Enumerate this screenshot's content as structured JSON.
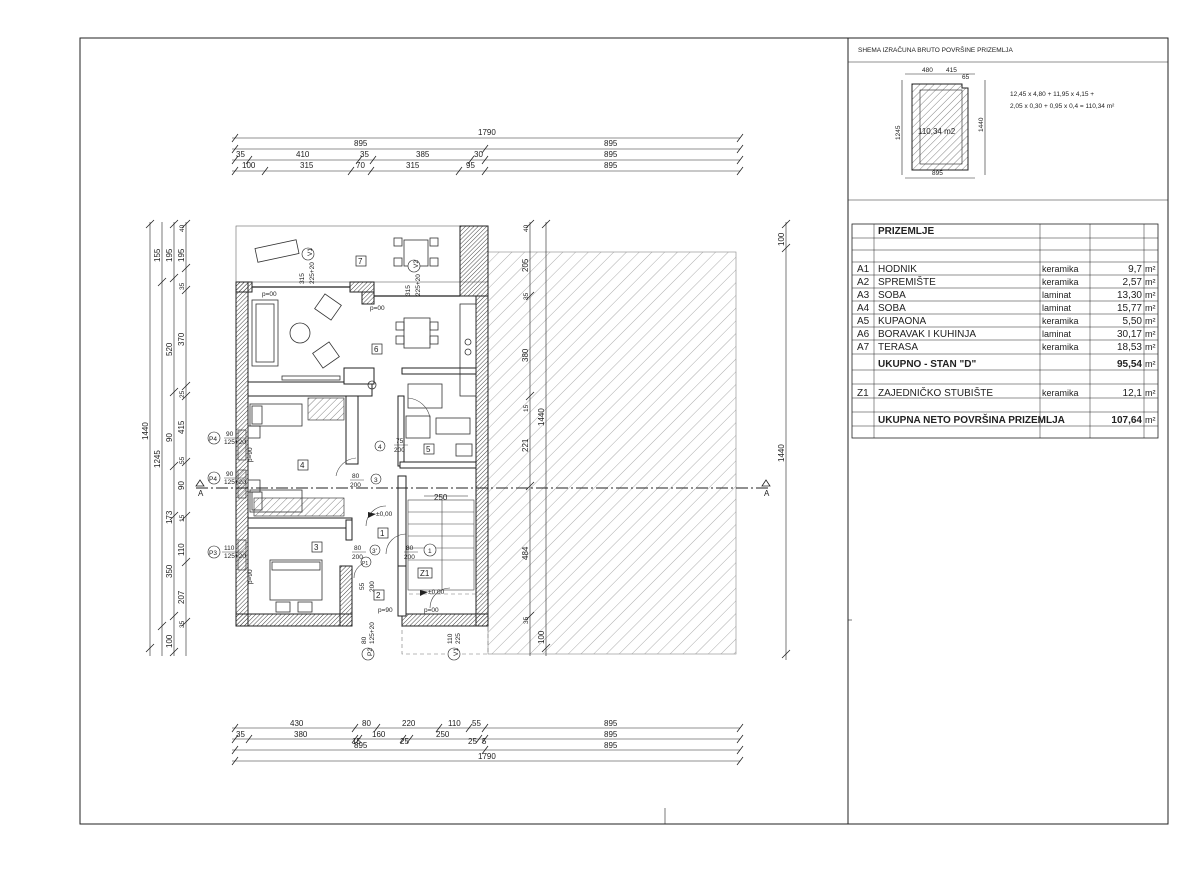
{
  "schema": {
    "title": "SHEMA IZRAČUNA BRUTO POVRŠINE PRIZEMLJA",
    "formula_line1": "12,45 x 4,80 + 11,95 x 4,15 +",
    "formula_line2": "2,05 x 0,30 + 0,95 x 0,4 = 110,34 m²",
    "area_label": "110,34 m2",
    "dim_top_a": "480",
    "dim_top_b": "415",
    "dim_top_c": "65",
    "dim_bottom": "895",
    "dim_left": "1245",
    "dim_right": "1440"
  },
  "table": {
    "heading": "PRIZEMLJE",
    "rows": [
      {
        "code": "A1",
        "name": "HODNIK",
        "finish": "keramika",
        "area": "9,7",
        "unit": "m²"
      },
      {
        "code": "A2",
        "name": "SPREMIŠTE",
        "finish": "keramika",
        "area": "2,57",
        "unit": "m²"
      },
      {
        "code": "A3",
        "name": "SOBA",
        "finish": "laminat",
        "area": "13,30",
        "unit": "m²"
      },
      {
        "code": "A4",
        "name": "SOBA",
        "finish": "laminat",
        "area": "15,77",
        "unit": "m²"
      },
      {
        "code": "A5",
        "name": "KUPAONA",
        "finish": "keramika",
        "area": "5,50",
        "unit": "m²"
      },
      {
        "code": "A6",
        "name": "BORAVAK I KUHINJA",
        "finish": "laminat",
        "area": "30,17",
        "unit": "m²"
      },
      {
        "code": "A7",
        "name": "TERASA",
        "finish": "keramika",
        "area": "18,53",
        "unit": "m²"
      }
    ],
    "total_stan_label": "UKUPNO - STAN \"D\"",
    "total_stan_value": "95,54",
    "total_stan_unit": "m²",
    "z1_code": "Z1",
    "z1_name": "ZAJEDNIČKO STUBIŠTE",
    "z1_finish": "keramika",
    "z1_area": "12,1",
    "z1_unit": "m²",
    "total_neto_label": "UKUPNA NETO POVRŠINA PRIZEMLJA",
    "total_neto_value": "107,64",
    "total_neto_unit": "m²"
  },
  "plan": {
    "top_dims": {
      "overall": "1790",
      "row2": [
        "895",
        "895"
      ],
      "row3": [
        "35",
        "410",
        "35",
        "385",
        "30",
        "895"
      ],
      "row4": [
        "100",
        "315",
        "70",
        "315",
        "95",
        "895"
      ]
    },
    "bottom_dims": {
      "row1": [
        "430",
        "80",
        "220",
        "110",
        "55",
        "895"
      ],
      "row2": [
        "35",
        "380",
        "15",
        "160",
        "25",
        "250",
        "25",
        "5",
        "895"
      ],
      "row3": [
        "895",
        "895"
      ],
      "overall": "1790"
    },
    "left_dims": {
      "overall": "1440",
      "mid": "1245",
      "outer": [
        "195",
        "520",
        "90",
        "173",
        "350",
        "100"
      ],
      "inner": [
        "155",
        "40",
        "35",
        "370",
        "25",
        "415",
        "55",
        "90",
        "15",
        "110",
        "207",
        "35"
      ],
      "extra": [
        "195"
      ]
    },
    "right_dims": {
      "inner": [
        "40",
        "205",
        "35",
        "380",
        "15",
        "221",
        "484",
        "35",
        "100"
      ],
      "mid": "1440",
      "far_top": "100",
      "far": "1440"
    },
    "section_mark": "A",
    "room_numbers": [
      "1",
      "2",
      "3",
      "4",
      "5",
      "6",
      "7",
      "Z1"
    ],
    "door_labels": [
      {
        "w": "80",
        "h": "200",
        "tag": "3"
      },
      {
        "w": "75",
        "h": "200",
        "tag": "4"
      },
      {
        "w": "80",
        "h": "200",
        "tag": "3'"
      },
      {
        "w": "80",
        "h": "200",
        "tag": "1"
      }
    ],
    "door_small_w": "55",
    "door_small_h": "200",
    "door_small_tag": "P1",
    "stair_width": "250",
    "level_1": "±0,00",
    "level_2": "±0,00",
    "p_labels": [
      "p=00",
      "p=00",
      "p=90",
      "p=00",
      "p=90",
      "p=90"
    ],
    "windows": [
      {
        "tag": "P4",
        "w": "90",
        "h": "125+20"
      },
      {
        "tag": "P4",
        "w": "90",
        "h": "125+20"
      },
      {
        "tag": "P3",
        "w": "110",
        "h": "125+20"
      }
    ],
    "top_windows": [
      {
        "tag": "V1",
        "w": "315",
        "h": "225+20"
      },
      {
        "tag": "V2",
        "w": "315",
        "h": "225+20"
      }
    ],
    "bottom_windows": [
      {
        "tag": "P2",
        "w": "80",
        "h": "125+20"
      },
      {
        "tag": "V1",
        "w": "110",
        "h": "225"
      }
    ]
  }
}
